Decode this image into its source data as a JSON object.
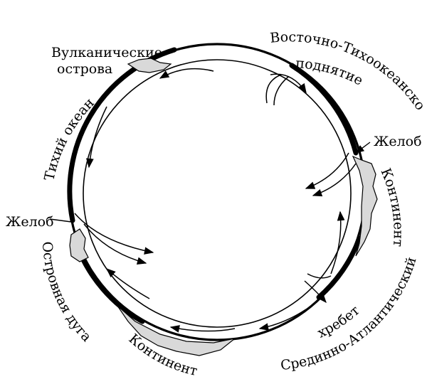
{
  "labels": {
    "volcanic_islands_1": "Вулканические",
    "volcanic_islands_2": "острова",
    "east_pacific_rise_1": "Восточно-Тихоокеанское",
    "east_pacific_rise_2": "поднятие",
    "pacific_ocean": "Тихий океан",
    "trench_left": "Желоб",
    "trench_right": "Желоб",
    "continent_right": "Континент",
    "island_arc": "Островная дуга",
    "continent_bottom": "Континент",
    "mid_atlantic_1": "Срединно-Атлантический",
    "mid_atlantic_2": "хребет"
  },
  "colors": {
    "ink": "#000000",
    "stipple": "#d9d9d9",
    "background": "#ffffff"
  }
}
